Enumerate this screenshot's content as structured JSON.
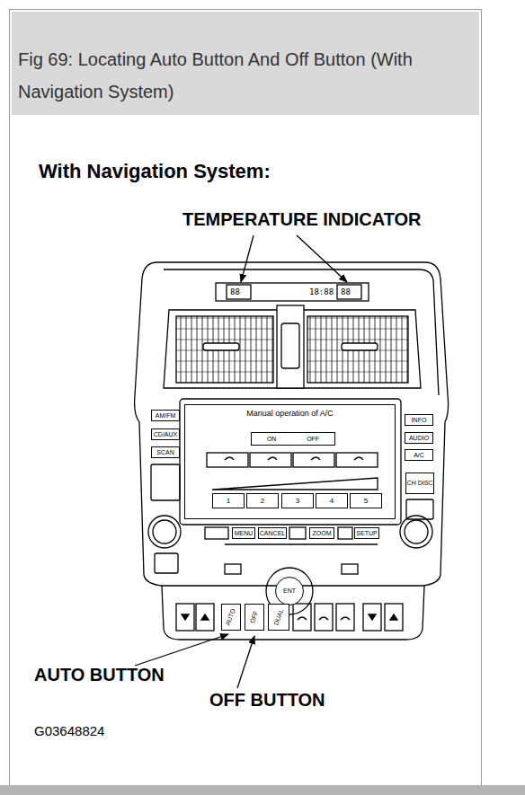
{
  "diagram": {
    "title": "Fig 69: Locating Auto Button And Off Button (With Navigation System)",
    "nodes": [
      {
        "text": [
          "AM/FM"
        ]
      },
      {
        "text": [
          "CD/AUX"
        ]
      },
      {
        "text": [
          "SCAN"
        ]
      },
      {
        "text": [
          "INFO"
        ]
      },
      {
        "text": [
          "AUDIO"
        ]
      },
      {
        "text": [
          "A/C"
        ]
      },
      {
        "text": [
          "CH DISC"
        ]
      },
      {
        "text": [
          "Manual operation of A/C"
        ]
      },
      {
        "text": [
          "ON",
          "OFF"
        ],
        "in": 7
      },
      {
        "text": [
          "1"
        ],
        "in": 7
      },
      {
        "text": [
          "2"
        ],
        "in": 7
      },
      {
        "text": [
          "3"
        ],
        "in": 7
      },
      {
        "text": [
          "4"
        ],
        "in": 7
      },
      {
        "text": [
          "5"
        ],
        "in": 7
      },
      {
        "text": [
          "MENU"
        ]
      },
      {
        "text": [
          "CANCEL"
        ]
      },
      {
        "text": [
          "ZOOM"
        ]
      },
      {
        "text": [
          "SETUP"
        ]
      },
      {
        "text": [
          "ENT"
        ]
      },
      {
        "text": [
          "AUTO"
        ]
      },
      {
        "text": [
          "OFF"
        ]
      },
      {
        "text": [
          "DUAL"
        ]
      }
    ],
    "labels": [
      "With Navigation System:",
      "TEMPERATURE INDICATOR",
      "88",
      "18:88",
      "88",
      "AUTO BUTTON",
      "OFF BUTTON",
      "G03648824"
    ]
  }
}
